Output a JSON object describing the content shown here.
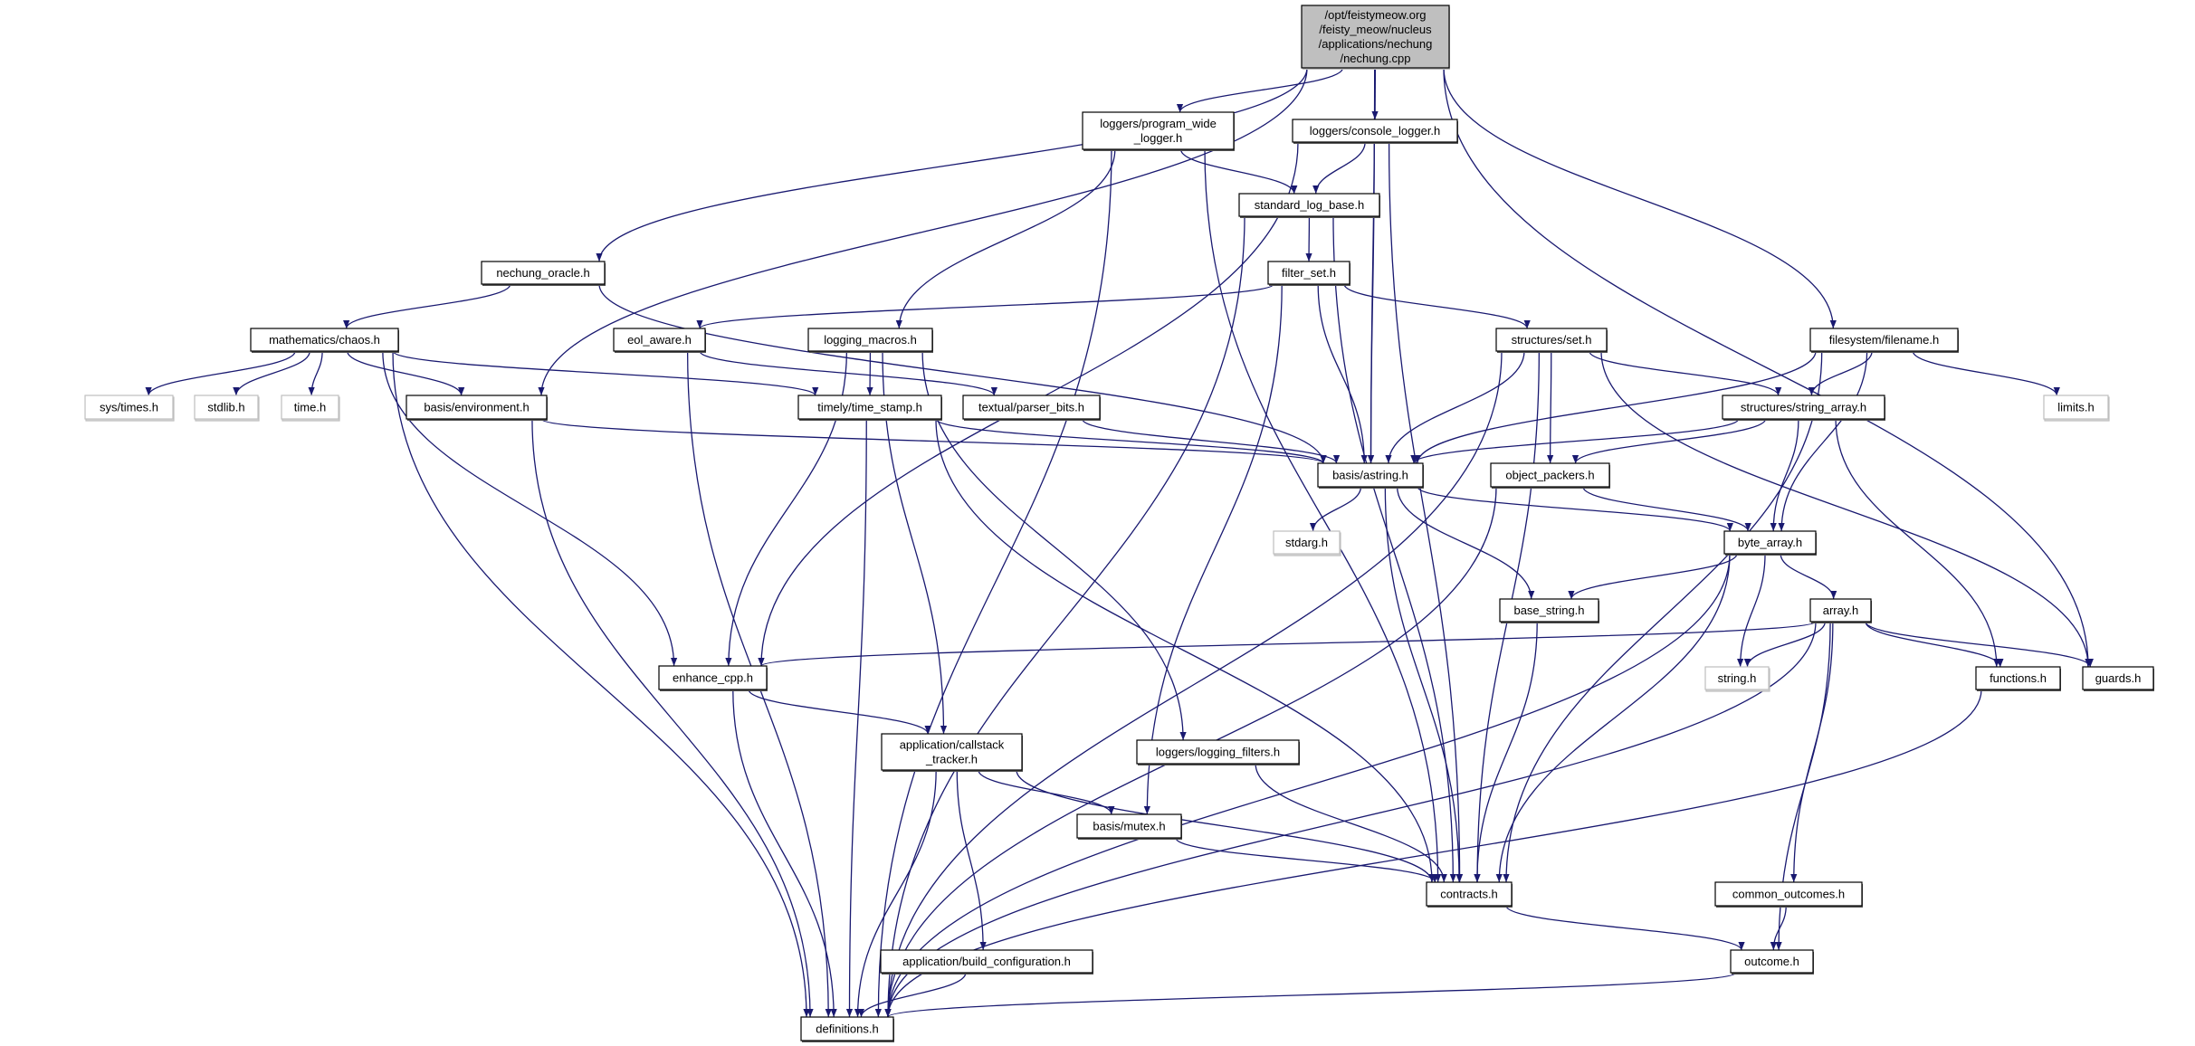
{
  "graph": {
    "edge_color": "#191970",
    "main_node_fill": "#bfbfbf",
    "system_header_border": "#bfbfbf",
    "nodes": [
      {
        "id": "main",
        "label": [
          "/opt/feistymeow.org",
          "/feisty_meow/nucleus",
          "/applications/nechung",
          "/nechung.cpp"
        ],
        "kind": "main"
      },
      {
        "id": "program_wide_logger",
        "label": [
          "loggers/program_wide",
          "_logger.h"
        ],
        "kind": "link"
      },
      {
        "id": "console_logger",
        "label": [
          "loggers/console_logger.h"
        ],
        "kind": "link"
      },
      {
        "id": "standard_log_base",
        "label": [
          "standard_log_base.h"
        ],
        "kind": "link"
      },
      {
        "id": "nechung_oracle",
        "label": [
          "nechung_oracle.h"
        ],
        "kind": "link"
      },
      {
        "id": "filter_set",
        "label": [
          "filter_set.h"
        ],
        "kind": "link"
      },
      {
        "id": "chaos",
        "label": [
          "mathematics/chaos.h"
        ],
        "kind": "link"
      },
      {
        "id": "eol_aware",
        "label": [
          "eol_aware.h"
        ],
        "kind": "link"
      },
      {
        "id": "logging_macros",
        "label": [
          "logging_macros.h"
        ],
        "kind": "link"
      },
      {
        "id": "set",
        "label": [
          "structures/set.h"
        ],
        "kind": "link"
      },
      {
        "id": "filename",
        "label": [
          "filesystem/filename.h"
        ],
        "kind": "link"
      },
      {
        "id": "sys_times",
        "label": [
          "sys/times.h"
        ],
        "kind": "system"
      },
      {
        "id": "stdlib",
        "label": [
          "stdlib.h"
        ],
        "kind": "system"
      },
      {
        "id": "time",
        "label": [
          "time.h"
        ],
        "kind": "system"
      },
      {
        "id": "environment",
        "label": [
          "basis/environment.h"
        ],
        "kind": "link"
      },
      {
        "id": "time_stamp",
        "label": [
          "timely/time_stamp.h"
        ],
        "kind": "link"
      },
      {
        "id": "parser_bits",
        "label": [
          "textual/parser_bits.h"
        ],
        "kind": "link"
      },
      {
        "id": "string_array",
        "label": [
          "structures/string_array.h"
        ],
        "kind": "link"
      },
      {
        "id": "limits",
        "label": [
          "limits.h"
        ],
        "kind": "system"
      },
      {
        "id": "astring",
        "label": [
          "basis/astring.h"
        ],
        "kind": "link"
      },
      {
        "id": "object_packers",
        "label": [
          "object_packers.h"
        ],
        "kind": "link"
      },
      {
        "id": "stdarg",
        "label": [
          "stdarg.h"
        ],
        "kind": "system"
      },
      {
        "id": "byte_array",
        "label": [
          "byte_array.h"
        ],
        "kind": "link"
      },
      {
        "id": "base_string",
        "label": [
          "base_string.h"
        ],
        "kind": "link"
      },
      {
        "id": "array",
        "label": [
          "array.h"
        ],
        "kind": "link"
      },
      {
        "id": "enhance_cpp",
        "label": [
          "enhance_cpp.h"
        ],
        "kind": "link"
      },
      {
        "id": "string_h",
        "label": [
          "string.h"
        ],
        "kind": "system"
      },
      {
        "id": "functions",
        "label": [
          "functions.h"
        ],
        "kind": "link"
      },
      {
        "id": "guards",
        "label": [
          "guards.h"
        ],
        "kind": "link"
      },
      {
        "id": "callstack_tracker",
        "label": [
          "application/callstack",
          "_tracker.h"
        ],
        "kind": "link"
      },
      {
        "id": "logging_filters",
        "label": [
          "loggers/logging_filters.h"
        ],
        "kind": "link"
      },
      {
        "id": "mutex",
        "label": [
          "basis/mutex.h"
        ],
        "kind": "link"
      },
      {
        "id": "contracts",
        "label": [
          "contracts.h"
        ],
        "kind": "link"
      },
      {
        "id": "common_outcomes",
        "label": [
          "common_outcomes.h"
        ],
        "kind": "link"
      },
      {
        "id": "build_configuration",
        "label": [
          "application/build_configuration.h"
        ],
        "kind": "link"
      },
      {
        "id": "outcome",
        "label": [
          "outcome.h"
        ],
        "kind": "link"
      },
      {
        "id": "definitions",
        "label": [
          "definitions.h"
        ],
        "kind": "link"
      }
    ],
    "edges": [
      [
        "main",
        "program_wide_logger"
      ],
      [
        "main",
        "console_logger"
      ],
      [
        "main",
        "nechung_oracle"
      ],
      [
        "main",
        "environment"
      ],
      [
        "main",
        "astring"
      ],
      [
        "main",
        "filename"
      ],
      [
        "main",
        "guards"
      ],
      [
        "program_wide_logger",
        "definitions"
      ],
      [
        "program_wide_logger",
        "logging_macros"
      ],
      [
        "program_wide_logger",
        "standard_log_base"
      ],
      [
        "program_wide_logger",
        "contracts"
      ],
      [
        "console_logger",
        "enhance_cpp"
      ],
      [
        "console_logger",
        "standard_log_base"
      ],
      [
        "console_logger",
        "astring"
      ],
      [
        "console_logger",
        "contracts"
      ],
      [
        "standard_log_base",
        "filter_set"
      ],
      [
        "standard_log_base",
        "definitions"
      ],
      [
        "standard_log_base",
        "contracts"
      ],
      [
        "nechung_oracle",
        "chaos"
      ],
      [
        "nechung_oracle",
        "astring"
      ],
      [
        "filter_set",
        "eol_aware"
      ],
      [
        "filter_set",
        "set"
      ],
      [
        "filter_set",
        "astring"
      ],
      [
        "filter_set",
        "mutex"
      ],
      [
        "chaos",
        "sys_times"
      ],
      [
        "chaos",
        "stdlib"
      ],
      [
        "chaos",
        "time"
      ],
      [
        "chaos",
        "environment"
      ],
      [
        "chaos",
        "time_stamp"
      ],
      [
        "chaos",
        "enhance_cpp"
      ],
      [
        "chaos",
        "definitions"
      ],
      [
        "eol_aware",
        "parser_bits"
      ],
      [
        "eol_aware",
        "definitions"
      ],
      [
        "logging_macros",
        "time_stamp"
      ],
      [
        "logging_macros",
        "enhance_cpp"
      ],
      [
        "logging_macros",
        "callstack_tracker"
      ],
      [
        "logging_macros",
        "logging_filters"
      ],
      [
        "environment",
        "astring"
      ],
      [
        "environment",
        "definitions"
      ],
      [
        "time_stamp",
        "astring"
      ],
      [
        "time_stamp",
        "definitions"
      ],
      [
        "time_stamp",
        "contracts"
      ],
      [
        "parser_bits",
        "astring"
      ],
      [
        "set",
        "astring"
      ],
      [
        "set",
        "string_array"
      ],
      [
        "set",
        "object_packers"
      ],
      [
        "set",
        "contracts"
      ],
      [
        "set",
        "definitions"
      ],
      [
        "set",
        "guards"
      ],
      [
        "filename",
        "astring"
      ],
      [
        "filename",
        "string_array"
      ],
      [
        "filename",
        "byte_array"
      ],
      [
        "filename",
        "contracts"
      ],
      [
        "filename",
        "limits"
      ],
      [
        "string_array",
        "astring"
      ],
      [
        "string_array",
        "object_packers"
      ],
      [
        "string_array",
        "byte_array"
      ],
      [
        "string_array",
        "functions"
      ],
      [
        "astring",
        "stdarg"
      ],
      [
        "astring",
        "byte_array"
      ],
      [
        "astring",
        "base_string"
      ],
      [
        "astring",
        "contracts"
      ],
      [
        "object_packers",
        "byte_array"
      ],
      [
        "object_packers",
        "definitions"
      ],
      [
        "byte_array",
        "base_string"
      ],
      [
        "byte_array",
        "array"
      ],
      [
        "byte_array",
        "string_h"
      ],
      [
        "byte_array",
        "contracts"
      ],
      [
        "byte_array",
        "definitions"
      ],
      [
        "array",
        "enhance_cpp"
      ],
      [
        "array",
        "string_h"
      ],
      [
        "array",
        "functions"
      ],
      [
        "array",
        "guards"
      ],
      [
        "array",
        "common_outcomes"
      ],
      [
        "array",
        "outcome"
      ],
      [
        "array",
        "definitions"
      ],
      [
        "base_string",
        "contracts"
      ],
      [
        "enhance_cpp",
        "callstack_tracker"
      ],
      [
        "enhance_cpp",
        "definitions"
      ],
      [
        "callstack_tracker",
        "mutex"
      ],
      [
        "callstack_tracker",
        "contracts"
      ],
      [
        "callstack_tracker",
        "build_configuration"
      ],
      [
        "callstack_tracker",
        "definitions"
      ],
      [
        "logging_filters",
        "contracts"
      ],
      [
        "mutex",
        "contracts"
      ],
      [
        "common_outcomes",
        "outcome"
      ],
      [
        "contracts",
        "outcome"
      ],
      [
        "outcome",
        "definitions"
      ],
      [
        "functions",
        "definitions"
      ],
      [
        "build_configuration",
        "definitions"
      ]
    ]
  }
}
